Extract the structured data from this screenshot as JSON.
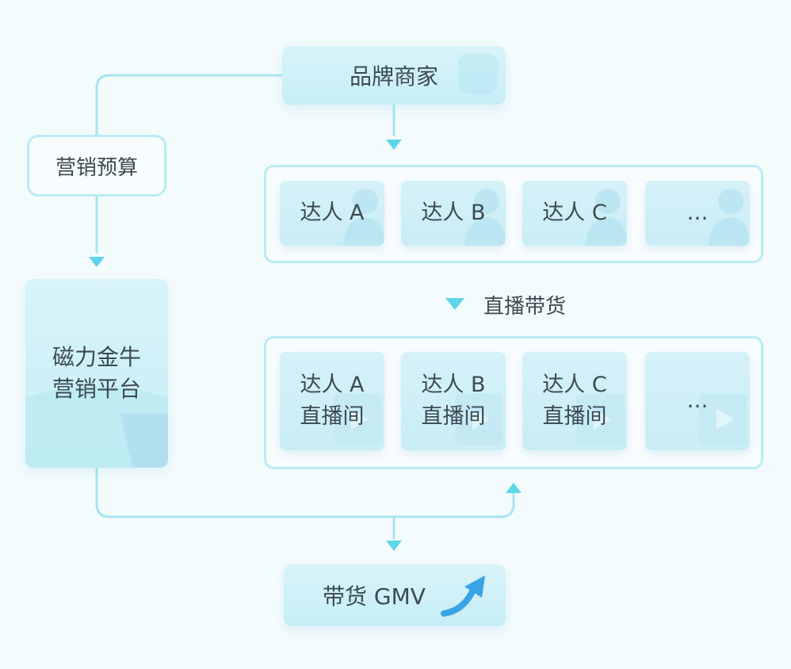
{
  "nodes": {
    "brand": "品牌商家",
    "budget": "营销预算",
    "platform": "磁力金牛\n营销平台",
    "gmv": "带货 GMV"
  },
  "influencers": [
    "达人 A",
    "达人 B",
    "达人 C",
    "…"
  ],
  "live_rooms": [
    "达人 A\n直播间",
    "达人 B\n直播间",
    "达人 C\n直播间",
    "…"
  ],
  "edge_label": "直播带货",
  "colors": {
    "connector": "#9fe3ef",
    "arrow": "#5ed6ea",
    "node_fill": "#c9eef6",
    "accent": "#3aa3e6"
  },
  "icons": [
    "person-icon",
    "play-icon",
    "trend-up-arrow-icon",
    "down-arrow-icon"
  ]
}
